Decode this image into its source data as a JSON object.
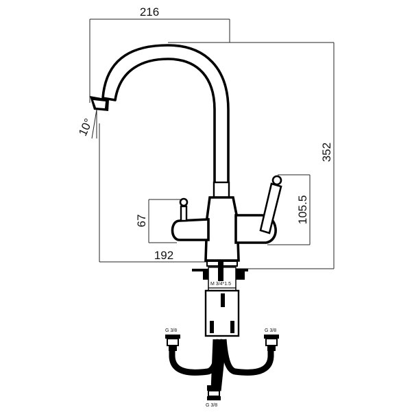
{
  "dimensions": {
    "width_top": "216",
    "height_total": "352",
    "height_right_handle": "105.5",
    "height_left_handle": "67",
    "width_base": "192",
    "spout_angle": "10°"
  },
  "labels": {
    "thread_main": "M 3/4*1.5",
    "connector_left": "G 3/8",
    "connector_right": "G 3/8",
    "connector_bottom": "G 3/8"
  }
}
